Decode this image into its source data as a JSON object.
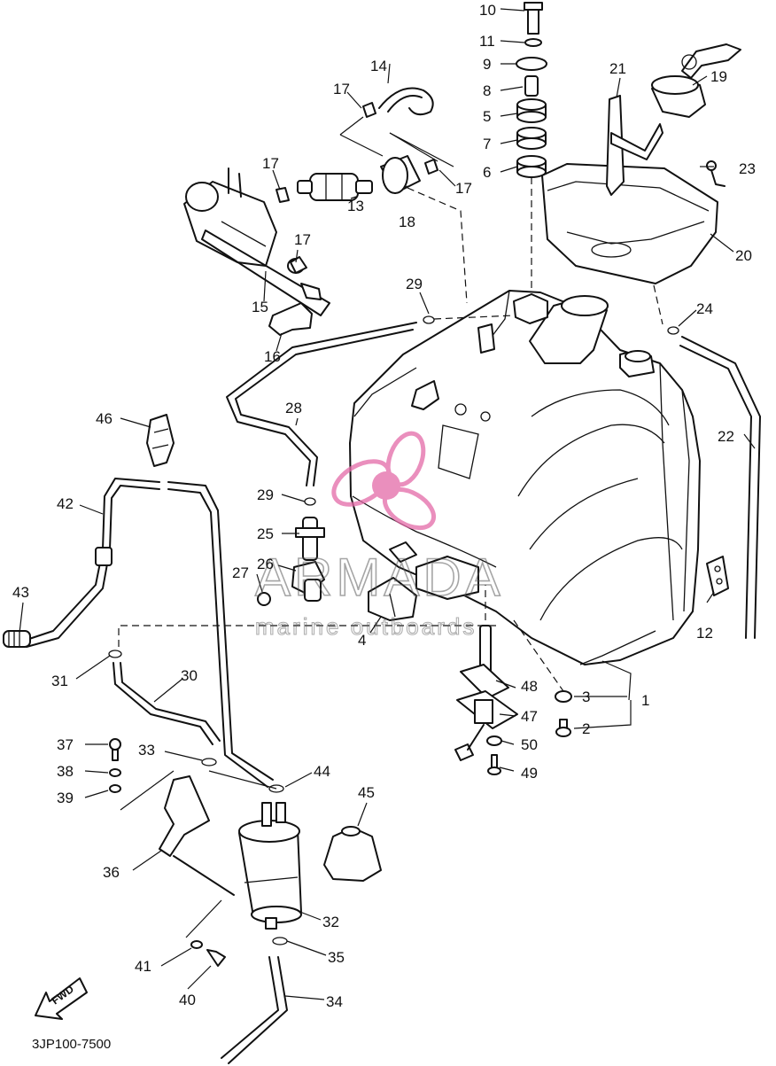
{
  "diagram": {
    "drawing_code": "3JP100-7500",
    "fwd_label": "FWD",
    "watermark": {
      "brand": "ARMADA",
      "tagline": "marine outboards",
      "color": "#e46aa8"
    },
    "callouts": [
      "1",
      "2",
      "3",
      "4",
      "5",
      "6",
      "7",
      "8",
      "9",
      "10",
      "11",
      "12",
      "13",
      "14",
      "15",
      "16",
      "17",
      "17",
      "17",
      "17",
      "18",
      "19",
      "20",
      "21",
      "22",
      "23",
      "24",
      "25",
      "26",
      "27",
      "28",
      "29",
      "29",
      "30",
      "31",
      "32",
      "33",
      "34",
      "35",
      "36",
      "37",
      "38",
      "39",
      "40",
      "41",
      "42",
      "43",
      "44",
      "45",
      "46",
      "47",
      "48",
      "49",
      "50"
    ]
  }
}
